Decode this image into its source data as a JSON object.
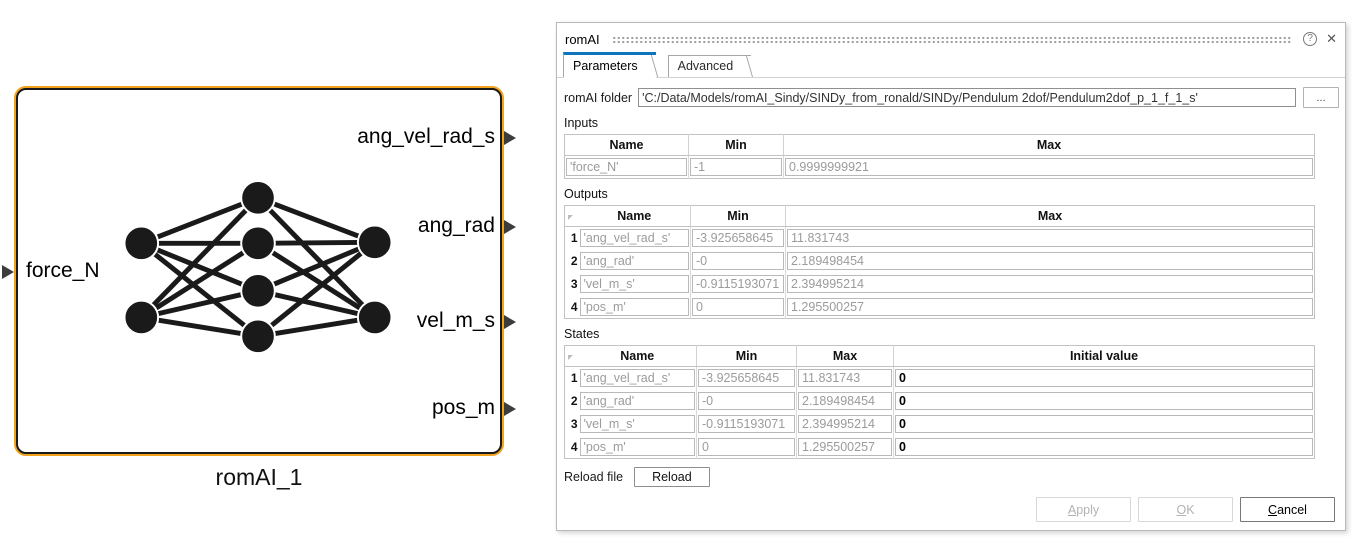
{
  "block": {
    "name": "romAI_1",
    "input_port": "force_N",
    "output_ports": [
      "ang_vel_rad_s",
      "ang_rad",
      "vel_m_s",
      "pos_m"
    ],
    "border_color": "#F3A21C"
  },
  "dialog": {
    "title": "romAI",
    "help_icon": "?",
    "close_icon": "✕",
    "tabs": [
      {
        "label": "Parameters",
        "active": true
      },
      {
        "label": "Advanced",
        "active": false
      }
    ],
    "folder": {
      "label": "romAI folder",
      "value": "'C:/Data/Models/romAI_Sindy/SINDy_from_ronald/SINDy/Pendulum 2dof/Pendulum2dof_p_1_f_1_s'",
      "browse_label": "..."
    },
    "inputs": {
      "label": "Inputs",
      "headers": [
        "Name",
        "Min",
        "Max"
      ],
      "rows": [
        {
          "name": "'force_N'",
          "min": "-1",
          "max": "0.9999999921"
        }
      ]
    },
    "outputs": {
      "label": "Outputs",
      "headers": [
        "Name",
        "Min",
        "Max"
      ],
      "rows": [
        {
          "num": "1",
          "name": "'ang_vel_rad_s'",
          "min": "-3.925658645",
          "max": "11.831743"
        },
        {
          "num": "2",
          "name": "'ang_rad'",
          "min": "-0",
          "max": "2.189498454"
        },
        {
          "num": "3",
          "name": "'vel_m_s'",
          "min": "-0.9115193071",
          "max": "2.394995214"
        },
        {
          "num": "4",
          "name": "'pos_m'",
          "min": "0",
          "max": "1.295500257"
        }
      ]
    },
    "states": {
      "label": "States",
      "headers": [
        "Name",
        "Min",
        "Max",
        "Initial value"
      ],
      "rows": [
        {
          "num": "1",
          "name": "'ang_vel_rad_s'",
          "min": "-3.925658645",
          "max": "11.831743",
          "initial": "0"
        },
        {
          "num": "2",
          "name": "'ang_rad'",
          "min": "-0",
          "max": "2.189498454",
          "initial": "0"
        },
        {
          "num": "3",
          "name": "'vel_m_s'",
          "min": "-0.9115193071",
          "max": "2.394995214",
          "initial": "0"
        },
        {
          "num": "4",
          "name": "'pos_m'",
          "min": "0",
          "max": "1.295500257",
          "initial": "0"
        }
      ]
    },
    "reload": {
      "label": "Reload file",
      "button_label": "Reload"
    },
    "footer_buttons": [
      {
        "label": "Apply",
        "enabled": false
      },
      {
        "label": "OK",
        "enabled": false
      },
      {
        "label": "Cancel",
        "enabled": true
      }
    ]
  },
  "colors": {
    "accent_blue": "#0F74BB",
    "block_border_orange": "#F3A21C"
  }
}
